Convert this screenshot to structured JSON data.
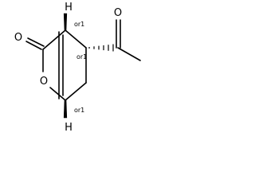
{
  "molecule": {
    "atom_labels": {
      "ketone_oxygen": "O",
      "lactone_carbonyl_oxygen": "O",
      "ring_oxygen": "O",
      "top_hydrogen": "H",
      "bottom_hydrogen": "H"
    },
    "stereo_labels": {
      "bridgehead_top": "or1",
      "acetyl_carbon": "or1",
      "bridgehead_bottom": "or1"
    }
  }
}
